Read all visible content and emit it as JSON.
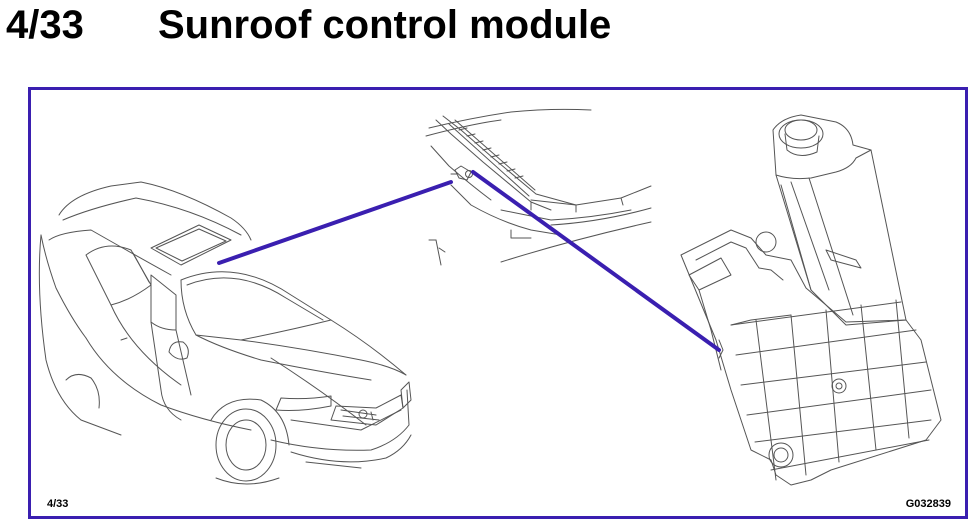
{
  "header": {
    "number": "4/33",
    "title": "Sunroof control module"
  },
  "figure": {
    "page_ref": "4/33",
    "figure_code": "G032839"
  },
  "colors": {
    "frame": "#3a1fb0",
    "pointer": "#3a1fb0",
    "line_art": "#555555"
  },
  "icons": {
    "car": "car-illustration",
    "sunroof_detail": "sunroof-frame-detail",
    "module": "control-module-illustration"
  }
}
